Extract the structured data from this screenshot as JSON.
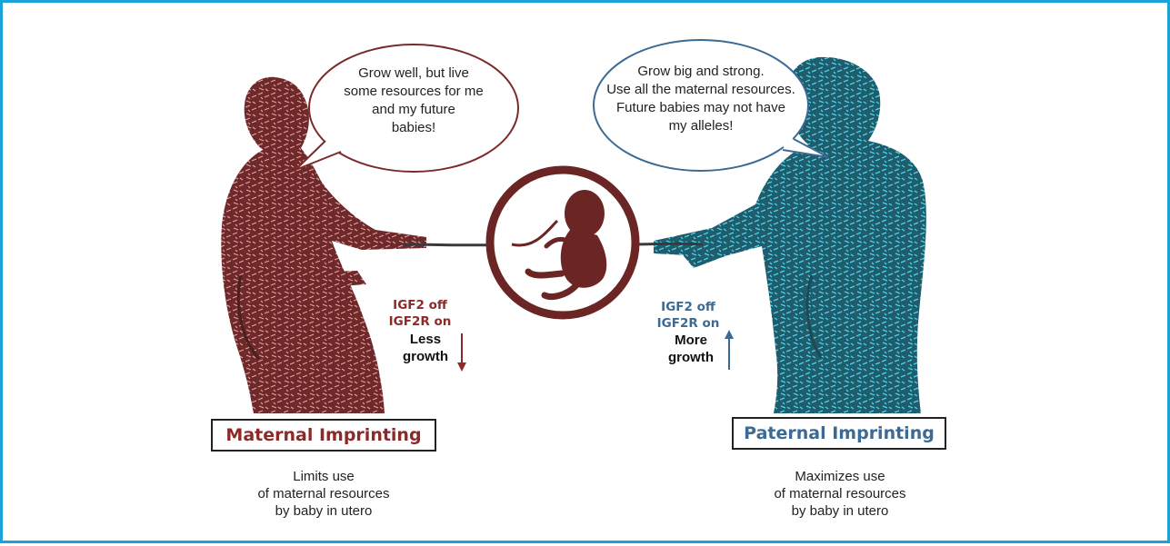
{
  "maternal": {
    "speech": [
      "Grow well, but live",
      "some resources for me",
      "and my future",
      "babies!"
    ],
    "genes": [
      "IGF2 off",
      "IGF2R on"
    ],
    "growth": [
      "Less",
      "growth"
    ],
    "title": "Maternal Imprinting",
    "description": [
      "Limits use",
      "of maternal resources",
      "by baby in utero"
    ],
    "color": "#8c2a2a",
    "figure_color": "#6e2a2a",
    "texture_color": "#e8a0a0"
  },
  "paternal": {
    "speech": [
      "Grow big and strong.",
      "Use all the maternal resources.",
      "Future babies may not have",
      "my alleles!"
    ],
    "genes": [
      "IGF2 off",
      "IGF2R on"
    ],
    "growth": [
      "More",
      "growth"
    ],
    "title": "Paternal Imprinting",
    "description": [
      "Maximizes use",
      "of maternal resources",
      "by baby in utero"
    ],
    "color": "#3b6a94",
    "figure_color": "#1d6a7a",
    "texture_color": "#4fd0e8"
  },
  "border_color": "#1aa3d9",
  "icons": {
    "left_figure": "mother-silhouette-icon",
    "right_figure": "father-silhouette-icon",
    "center": "fetus-in-womb-icon",
    "down_arrow": "down-arrow-icon",
    "up_arrow": "up-arrow-icon"
  }
}
